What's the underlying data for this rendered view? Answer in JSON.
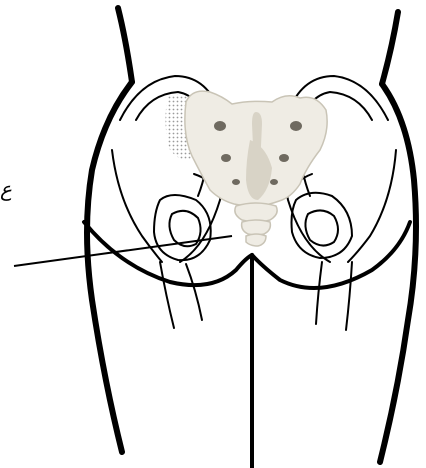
{
  "figure": {
    "label_fragment": "ع"
  },
  "colors": {
    "outline": "#000000",
    "bone": "#efece4",
    "bone_shadow": "#d8d3c6",
    "stipple": "#9a9a9a"
  },
  "icons": {
    "sacrum": "sacrum-bone-image",
    "coccyx": "coccyx-bone-image"
  }
}
